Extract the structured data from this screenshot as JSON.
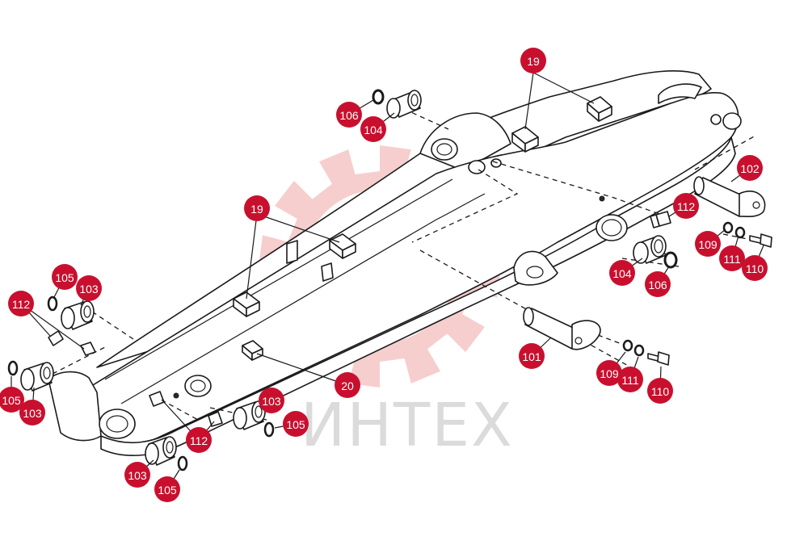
{
  "watermark": {
    "text": "ИНТЕХ",
    "gear_color": "#f6c9c9"
  },
  "badge_color": "#c8102e",
  "callouts": [
    {
      "id": "c19a",
      "label": "19"
    },
    {
      "id": "c19b",
      "label": "19"
    },
    {
      "id": "c106a",
      "label": "106"
    },
    {
      "id": "c104a",
      "label": "104"
    },
    {
      "id": "c102",
      "label": "102"
    },
    {
      "id": "c112a",
      "label": "112"
    },
    {
      "id": "c109a",
      "label": "109"
    },
    {
      "id": "c111a",
      "label": "111"
    },
    {
      "id": "c110a",
      "label": "110"
    },
    {
      "id": "c104b",
      "label": "104"
    },
    {
      "id": "c106b",
      "label": "106"
    },
    {
      "id": "c105a",
      "label": "105"
    },
    {
      "id": "c103a",
      "label": "103"
    },
    {
      "id": "c112b",
      "label": "112"
    },
    {
      "id": "c105b",
      "label": "105"
    },
    {
      "id": "c103b",
      "label": "103"
    },
    {
      "id": "c20",
      "label": "20"
    },
    {
      "id": "c101",
      "label": "101"
    },
    {
      "id": "c109b",
      "label": "109"
    },
    {
      "id": "c111b",
      "label": "111"
    },
    {
      "id": "c110b",
      "label": "110"
    },
    {
      "id": "c103c",
      "label": "103"
    },
    {
      "id": "c105c",
      "label": "105"
    },
    {
      "id": "c112c",
      "label": "112"
    },
    {
      "id": "c103d",
      "label": "103"
    },
    {
      "id": "c105d",
      "label": "105"
    }
  ]
}
